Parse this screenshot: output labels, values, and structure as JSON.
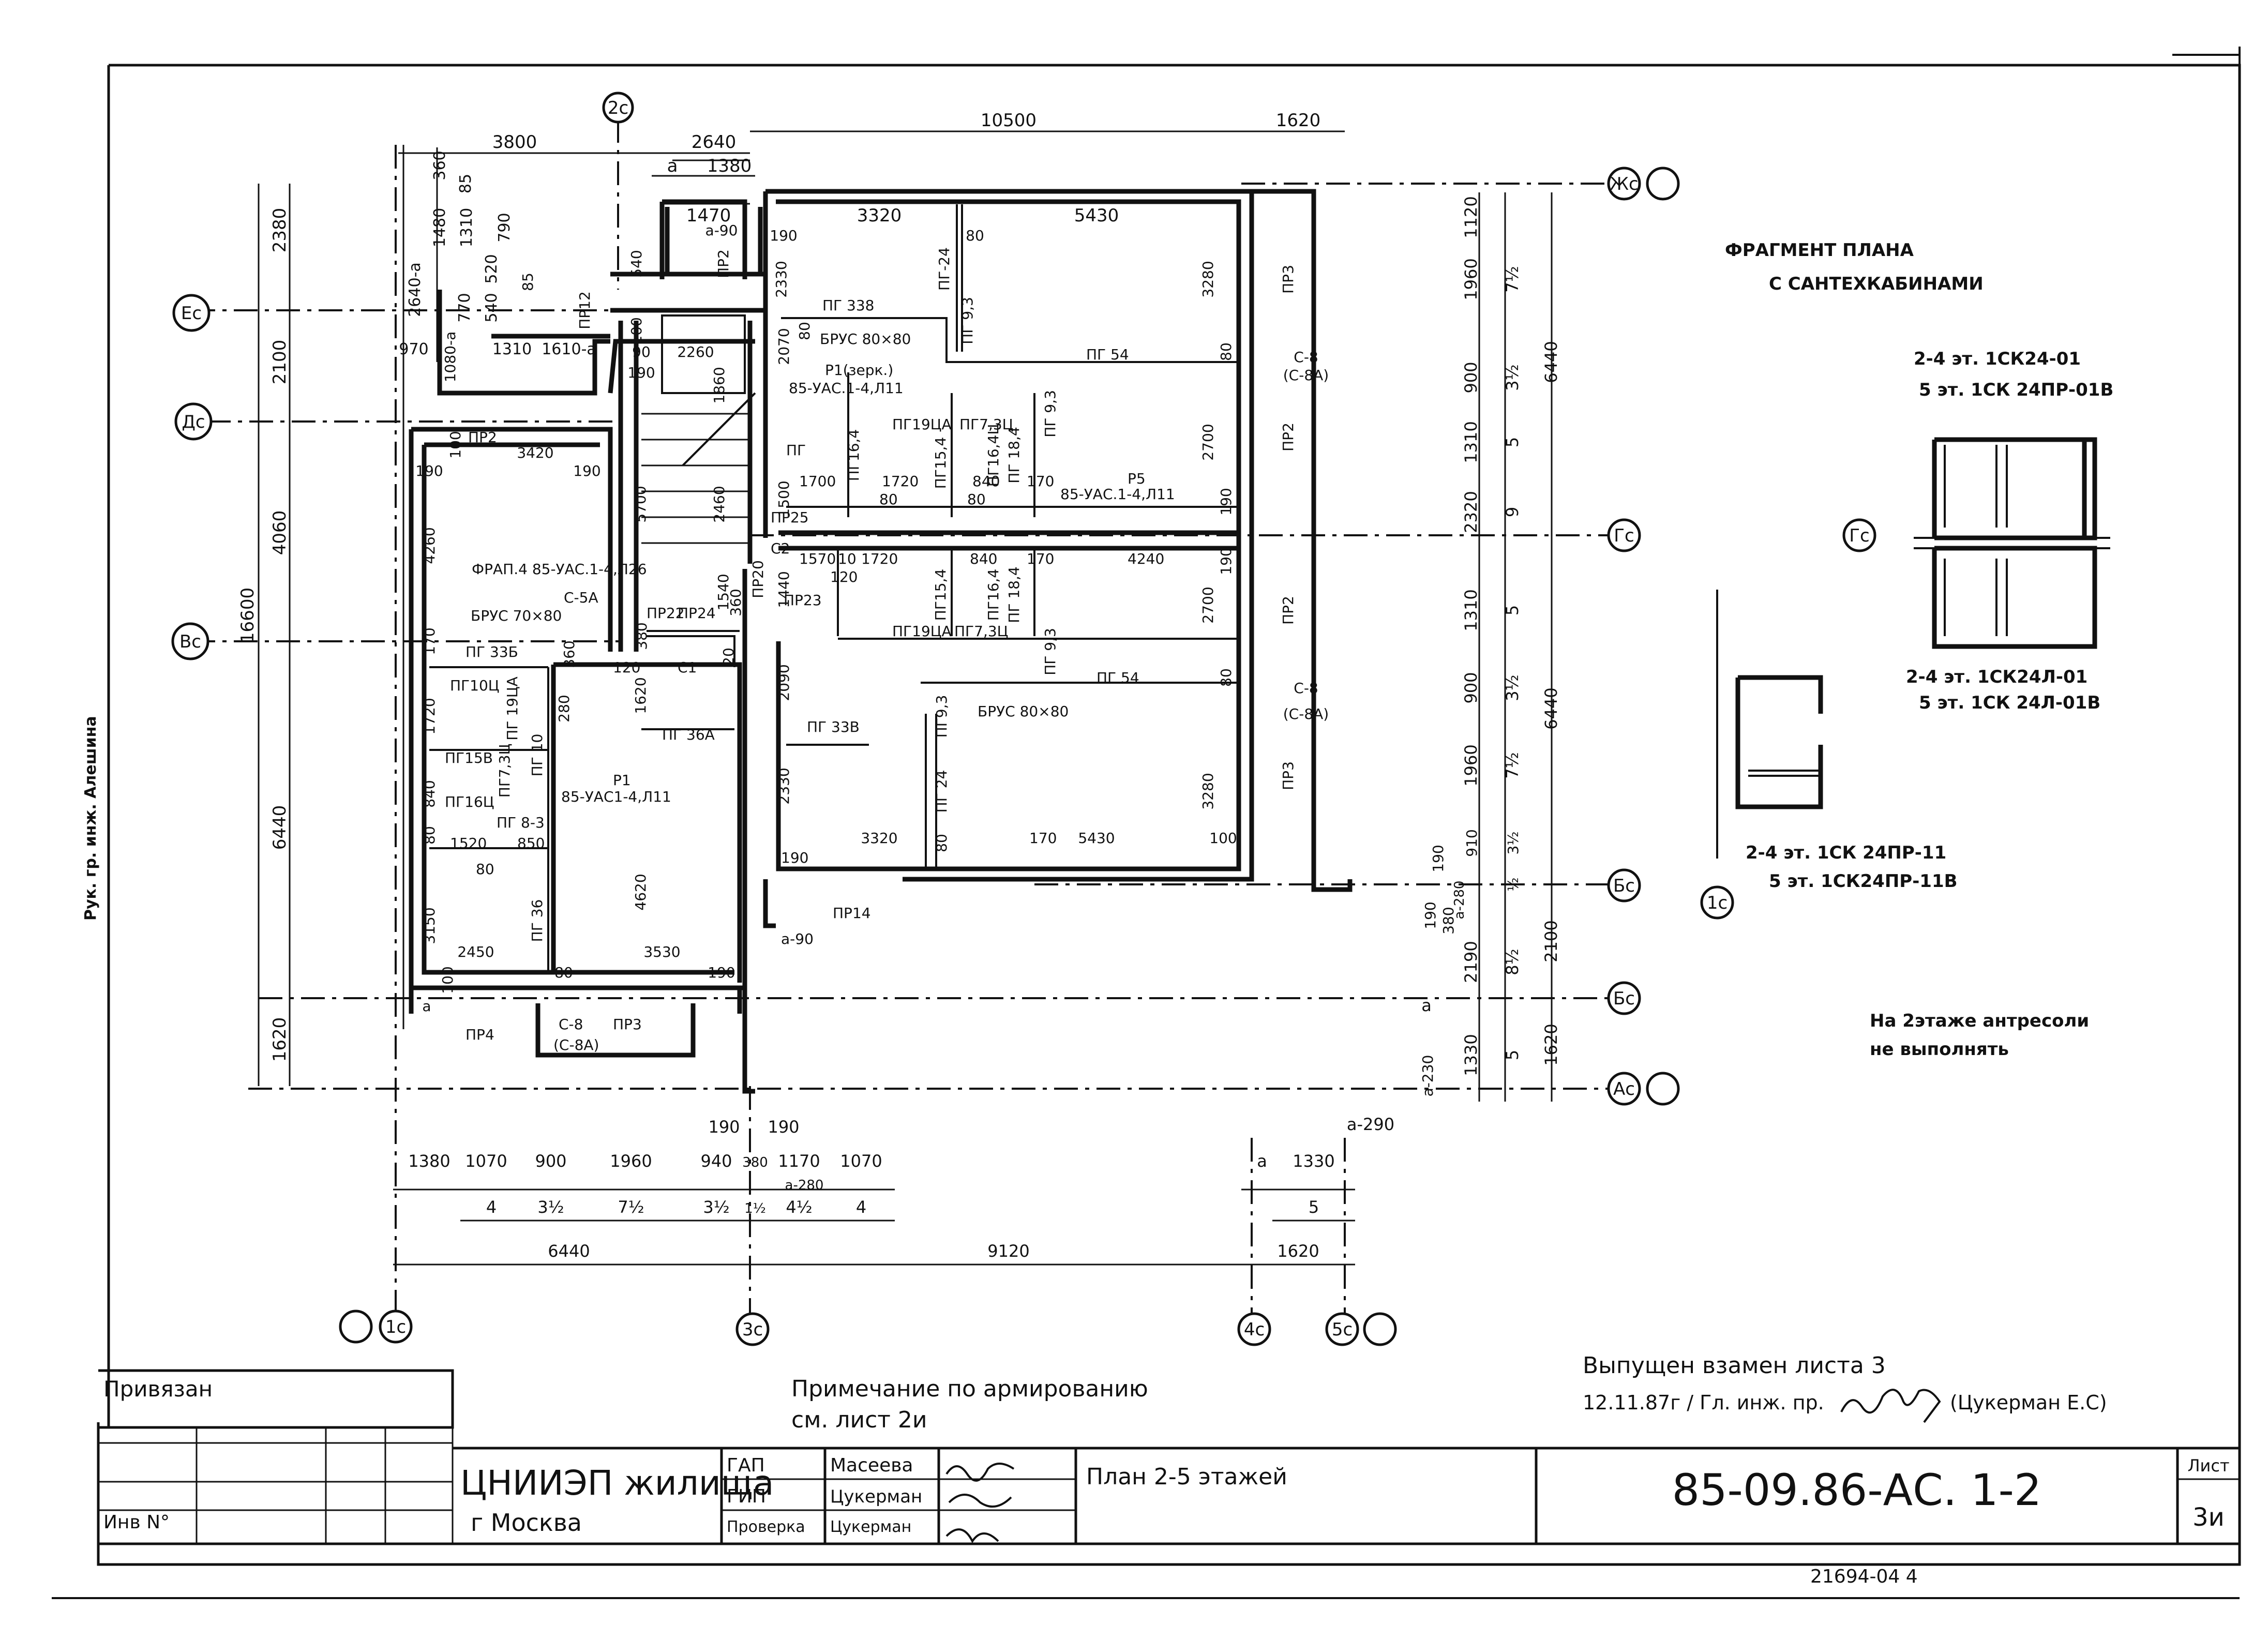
{
  "title_block": {
    "fragment_title_line1": "ФРАГМЕНТ ПЛАНА",
    "fragment_title_line2": "С САНТЕХКАБИНАМИ",
    "fragment_label_1a": "2-4 эт. 1СК24-01",
    "fragment_label_1b": "5 эт. 1СК 24ПР-01В",
    "fragment_label_2a": "2-4 эт. 1СК24Л-01",
    "fragment_label_2b": "5 эт. 1СК 24Л-01В",
    "fragment_label_3a": "2-4 эт. 1СК 24ПР-11",
    "fragment_label_3b": "5 эт. 1СК24ПР-11В",
    "mezzanine_note_1": "На 2этаже антресоли",
    "mezzanine_note_2": "не выполнять",
    "note_1": "Примечание по армированию",
    "note_2": "см. лист 2и",
    "issued_1": "Выпущен взамен листа 3",
    "issued_2": "12.11.87г / Гл. инж. пр.",
    "issued_name": "(Цукерман Е.С)",
    "privyazan": "Привязан",
    "inv_no": "Инв N°",
    "org_1": "ЦНИИЭП жилища",
    "org_2": "г Москва",
    "role_gap": "ГАП",
    "role_gip": "ГИП",
    "role_check": "Проверка",
    "name_gap": "Масеева",
    "name_gip": "Цукерман",
    "name_check": "Цукерман",
    "sheet_title": "План 2-5 этажей",
    "doc_code": "85-09.86-АС. 1-2",
    "sheet_label": "Лист",
    "sheet_no": "3и",
    "bottom_number": "21694-04  4",
    "side_text": "Рук. гр. инж. Алешина"
  },
  "axes": {
    "col_1c": "1с",
    "col_2c": "2с",
    "col_3c": "3с",
    "col_4c": "4с",
    "col_5c": "5с",
    "row_Zhc": "Жс",
    "row_Ec": "Ес",
    "row_Ac_top": "Дс",
    "row_Vc": "Вс",
    "row_Gc": "Гс",
    "row_Bc_prime": "Бс",
    "row_Bc": "Бс",
    "row_Ac": "Ас",
    "frag_Gc": "Гс",
    "frag_1c": "1с"
  },
  "dims_top": {
    "d3800": "3800",
    "d2640": "2640",
    "d1380": "1380",
    "d_a": "а",
    "d10500": "10500",
    "d1620": "1620",
    "d1470": "1470",
    "d3320": "3320",
    "d5430": "5430"
  },
  "dims_left": {
    "d16600": "16600",
    "d2380": "2380",
    "d2100": "2100",
    "d4060": "4060",
    "d6440": "6440",
    "d1620": "1620",
    "d360": "360",
    "d85": "85",
    "d1480": "1480",
    "d1310": "1310",
    "d790": "790",
    "d2640a": "2640-а",
    "d520": "520",
    "d540": "540",
    "d770": "770",
    "d85b": "85",
    "d970": "970",
    "d1080a": "1080-а",
    "d1310b": "1310",
    "d1610a": "1610-а"
  },
  "dims_right": {
    "d1120": "1120",
    "d1960": "1960",
    "d900": "900",
    "d1310": "1310",
    "d2320": "2320",
    "d1310b": "1310",
    "d900b": "900",
    "d1960b": "1960",
    "d910": "910",
    "d190": "190",
    "d380": "380",
    "d190b": "190",
    "d2190": "2190",
    "d_a": "а",
    "d1330": "1330",
    "d6440a": "6440",
    "d6440b": "6440",
    "d2100": "2100",
    "d1620": "1620",
    "m71_2": "7½",
    "m31_2": "3½",
    "m5": "5",
    "m9": "9",
    "m5b": "5",
    "m31_2b": "3½",
    "m71_2b": "7½",
    "m31_2c": "3½",
    "m1_2": "½",
    "m8_1_2": "8½",
    "m5c": "5",
    "a230": "а-230",
    "a280": "а-280"
  },
  "dims_bottom": {
    "d190a": "190",
    "d190b": "190",
    "d1380": "1380",
    "d1070": "1070",
    "d900": "900",
    "d1960": "1960",
    "d940": "940",
    "d380": "380",
    "d1170": "1170",
    "d1070b": "1070",
    "m4": "4",
    "m3_1_2": "3½",
    "m7_1_2": "7½",
    "m3_1_2b": "3½",
    "m1_1_2": "1½",
    "m4_1_2": "4½",
    "m4b": "4",
    "a280": "а-280",
    "d6440": "6440",
    "d9120": "9120",
    "d_a": "а",
    "d1330": "1330",
    "m5": "5",
    "d1620": "1620",
    "a290": "а-290"
  },
  "labels": {
    "pr2_top": "ПР2",
    "a90_top": "а-90",
    "d190_top": "190",
    "d2330": "2330",
    "d80a": "80",
    "pg24_top": "ПГ-24",
    "pg338": "ПГ 338",
    "brus80_top": "БРУС 80×80",
    "pg93_top": "ПГ 9,3",
    "pg54_top": "ПГ 54",
    "d3280_top": "3280",
    "d80b": "80",
    "pr3_top": "ПР3",
    "c8_top": "С-8",
    "c8a_top": "(С-8А)",
    "pr2_right": "ПР2",
    "pr12": "ПР12",
    "d540": "540",
    "d100": "100",
    "d90": "90",
    "d2260": "2260",
    "d190c": "190",
    "d2070": "2070",
    "d80c": "80",
    "p1_zerk": "Р1(зерк.)",
    "ref_85uas": "85-УАС.1-4,Л11",
    "d1860": "1860",
    "pr2_left": "ПР2",
    "d3420": "3420",
    "d100b": "100",
    "d190d": "190",
    "d190e": "190",
    "d4260": "4260",
    "d5700": "5700",
    "d2460": "2460",
    "pg_a": "ПГ",
    "d1700": "1700",
    "pg164": "ПГ16,4",
    "d1720": "1720",
    "pg19ca": "ПГ19ЦА",
    "pg73c": "ПГ7,3Ц",
    "pg154": "ПГ15,4",
    "pg164c": "ПГ16,4Ц",
    "pg184": "ПГ 18,4",
    "d840": "840",
    "d170": "170",
    "d80d": "80",
    "d80e": "80",
    "pg93b": "ПГ 9,3",
    "p5": "Р5",
    "ref_p5": "85-УАС.1-4,Л11",
    "d2700a": "2700",
    "d190f": "190",
    "d1500": "1500",
    "pr25": "ПР25",
    "frap4": "ФРАП.4 85-УАС.1-4,Л26",
    "d1570": "1570",
    "d10": "10",
    "d1720b": "1720",
    "d840b": "840",
    "d170b": "170",
    "d4240": "4240",
    "d190g": "190",
    "c2": "С2",
    "pr20": "ПР20",
    "d1540": "1540",
    "d1440": "1440",
    "pr23": "ПР23",
    "d120": "120",
    "pg154b": "ПГ15,4",
    "pg164b": "ПГ16,4",
    "pg184b": "ПГ 18,4",
    "pg93c": "ПГ 9,3",
    "pg19ca2": "ПГ19ЦА",
    "pg73c2": "ПГ7,3Ц",
    "d2700b": "2700",
    "pr2_mid": "ПР2",
    "c5a": "С-5А",
    "brus70": "БРУС 70×80",
    "d380b": "380",
    "pr22": "ПР22",
    "pr24": "ПР24",
    "d360b": "360",
    "d170c": "170",
    "pg33b": "ПГ 33Б",
    "d280": "280",
    "d120b": "120",
    "d1620": "1620",
    "c1": "С1",
    "d20": "20",
    "pg54_mid": "ПГ 54",
    "d80f": "80",
    "c8_mid": "С-8",
    "c8a_mid": "(С-8А)",
    "d2090": "2090",
    "pg10c": "ПГ10Ц",
    "pg19ca3": "ПГ 19ЦА",
    "pg73c3": "ПГ7,3Ц",
    "pg10": "ПГ 10",
    "pg36a": "ПГ 36А",
    "pg93d": "ПГ9,3",
    "brus80_mid": "БРУС 80×80",
    "pg33v": "ПГ 33В",
    "d1720c": "1720",
    "pg15b": "ПГ15В",
    "pg16c": "ПГ16Ц",
    "d840c": "840",
    "pg83": "ПГ 8-3",
    "d80g": "80",
    "d1520": "1520",
    "d850": "850",
    "d80h": "80",
    "p1": "Р1",
    "ref_p1": "85-УАС1-4,Л11",
    "d2330b": "2330",
    "pg24_low": "ПГ 24",
    "d3280b": "3280",
    "pr3_low": "ПР3",
    "d3320b": "3320",
    "d80i": "80",
    "d170d": "170",
    "d5430b": "5430",
    "d100c": "100",
    "d190h": "190",
    "d3150": "3150",
    "pg36": "ПГ 36",
    "d4620": "4620",
    "pr14": "ПР14",
    "a90_low": "а-90",
    "d2450": "2450",
    "d80j": "80",
    "d3530": "3530",
    "d190i": "190",
    "d_a_low": "а",
    "d100d": "100",
    "pr4": "ПР4",
    "c8_low": "С-8",
    "pr3_b": "ПР3",
    "c8a_low": "(С-8А)",
    "d6440_left": "6440",
    "d190_ba": "190",
    "d190_bb": "190"
  }
}
